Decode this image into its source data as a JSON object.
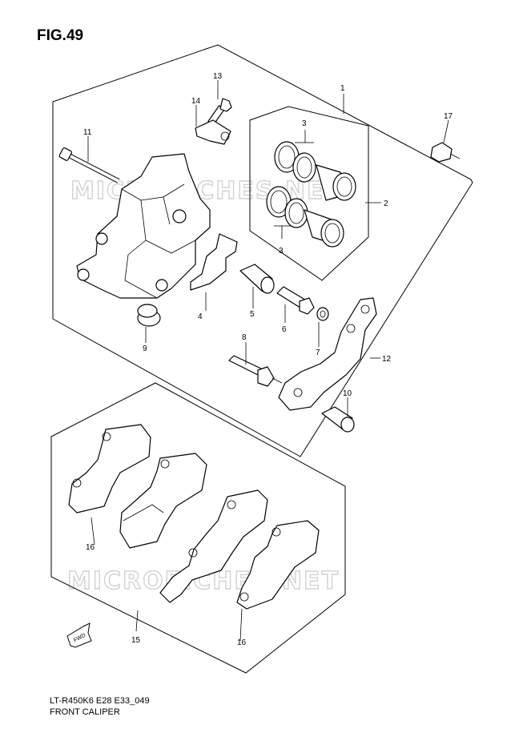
{
  "figure": {
    "title": "FIG.49",
    "model_code": "LT-R450K6 E28 E33_049",
    "caption": "FRONT CALIPER"
  },
  "watermark": {
    "text": "MICROFICHES.NET"
  },
  "fwd_marker": {
    "label": "FWD"
  },
  "callouts": [
    "1",
    "2",
    "3",
    "3",
    "4",
    "5",
    "6",
    "7",
    "8",
    "9",
    "10",
    "11",
    "12",
    "13",
    "14",
    "15",
    "16",
    "16",
    "17"
  ]
}
